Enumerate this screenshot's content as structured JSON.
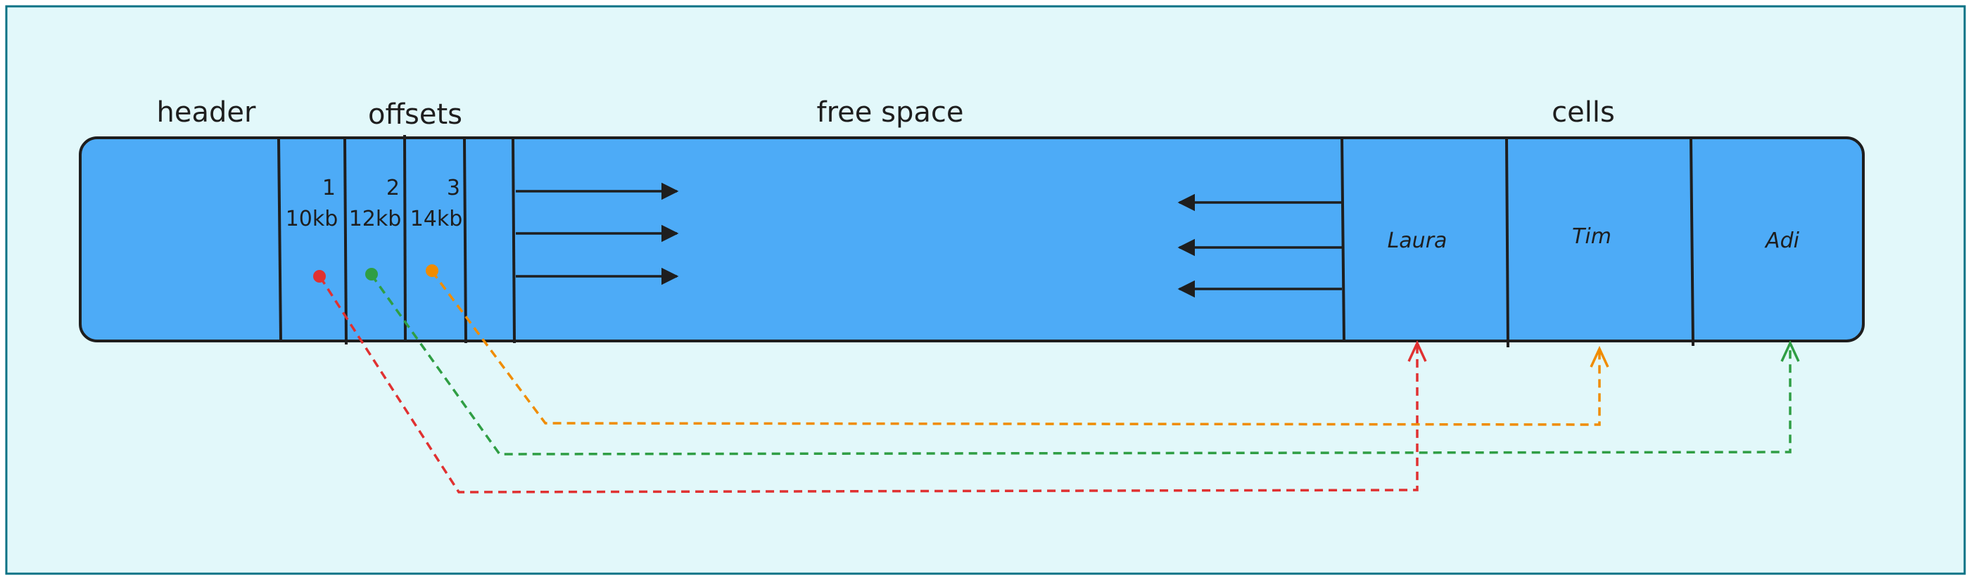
{
  "diagram": {
    "section_labels": {
      "header": "header",
      "offsets": "offsets",
      "free_space": "free space",
      "cells": "cells"
    },
    "offsets": [
      {
        "number": "1",
        "size": "10kb",
        "pointer_color": "#e03131",
        "target_cell": "Laura"
      },
      {
        "number": "2",
        "size": "12kb",
        "pointer_color": "#2f9e44",
        "target_cell": "Adi"
      },
      {
        "number": "3",
        "size": "14kb",
        "pointer_color": "#f08c00",
        "target_cell": "Tim"
      }
    ],
    "cells": [
      {
        "name": "Laura"
      },
      {
        "name": "Tim"
      },
      {
        "name": "Adi"
      }
    ],
    "colors": {
      "canvas_background": "#e2f8fa",
      "canvas_border": "#0b7285",
      "page_fill": "#4dabf7",
      "stroke": "#1e1e1e"
    }
  }
}
